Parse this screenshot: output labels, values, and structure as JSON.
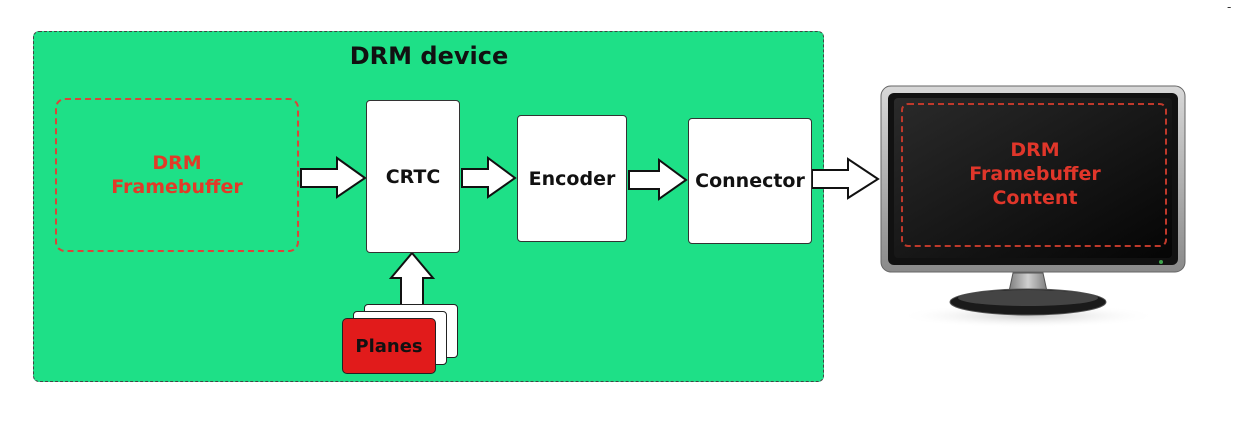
{
  "device": {
    "title": "DRM device"
  },
  "framebuffer": {
    "label": "DRM\nFramebuffer"
  },
  "blocks": {
    "crtc": "CRTC",
    "encoder": "Encoder",
    "connector": "Connector"
  },
  "planes": {
    "label": "Planes"
  },
  "monitor": {
    "label": "DRM\nFramebuffer\nContent"
  },
  "colors": {
    "device_bg": "#1ee087",
    "red_text": "#e23a28",
    "planes_bg": "#e11b1b",
    "monitor_body": "#111111"
  },
  "corner_mark": "-"
}
